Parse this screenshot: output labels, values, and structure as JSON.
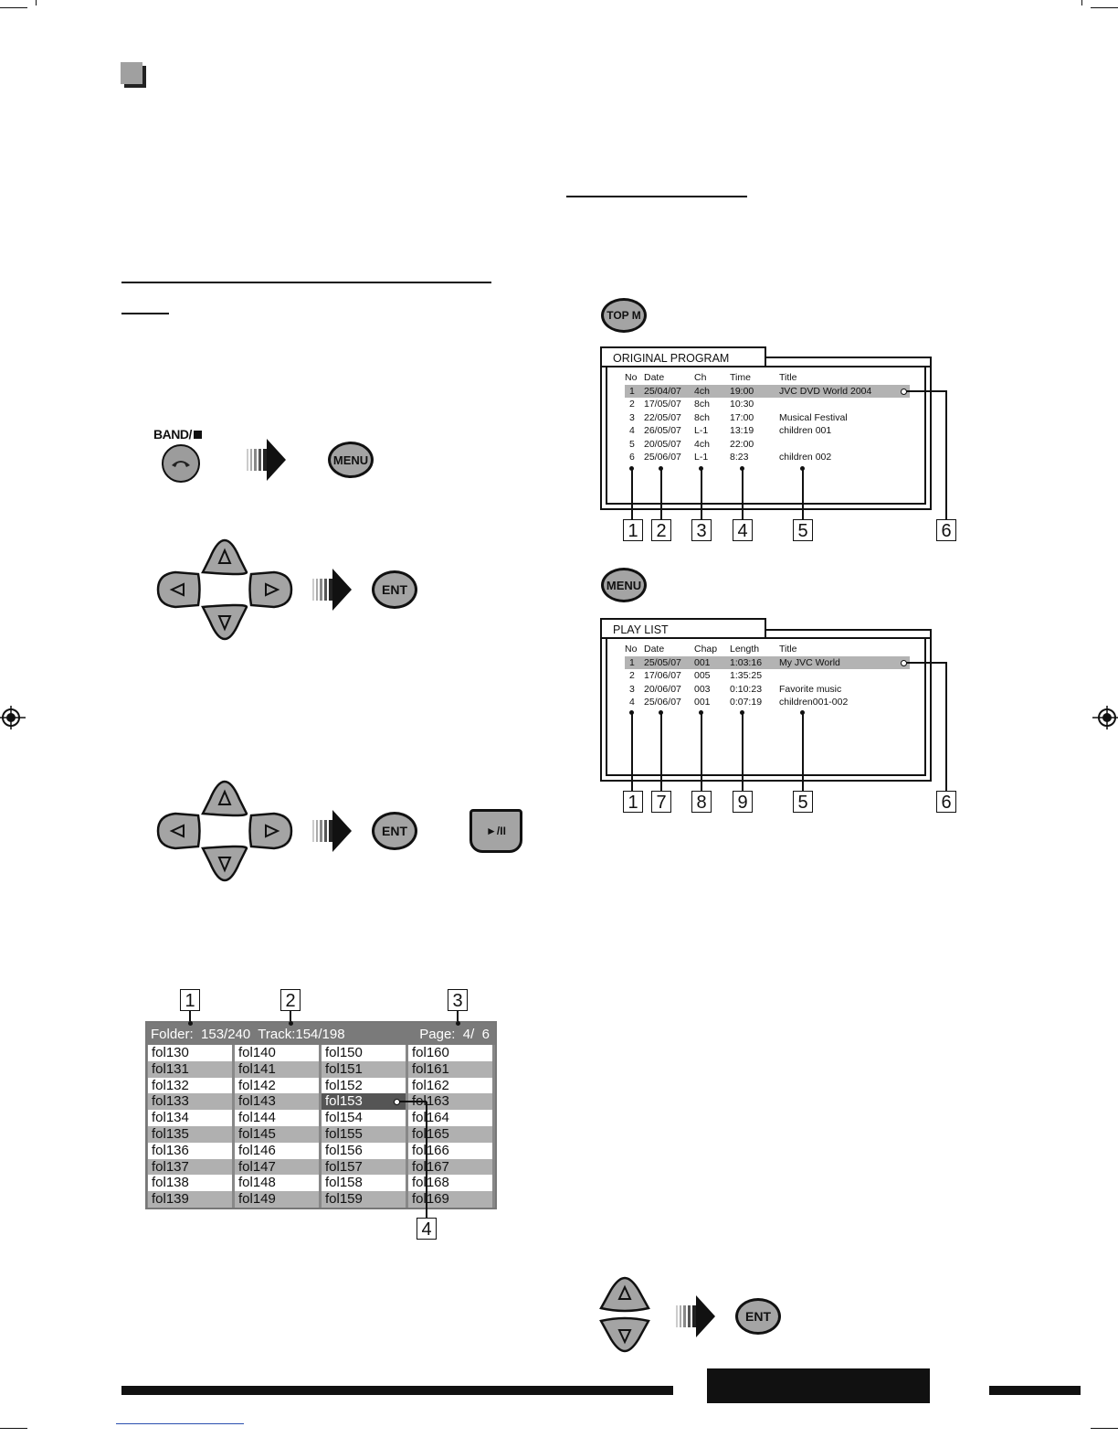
{
  "buttons": {
    "band_label": "BAND/",
    "menu": "MENU",
    "ent": "ENT",
    "top_menu": "TOP M",
    "play_pause": "►/II"
  },
  "folder_screen": {
    "folder": "Folder:  153/240",
    "track": "Track:154/198",
    "page": "Page:  4/  6",
    "columns": [
      [
        "fol130",
        "fol131",
        "fol132",
        "fol133",
        "fol134",
        "fol135",
        "fol136",
        "fol137",
        "fol138",
        "fol139"
      ],
      [
        "fol140",
        "fol141",
        "fol142",
        "fol143",
        "fol144",
        "fol145",
        "fol146",
        "fol147",
        "fol148",
        "fol149"
      ],
      [
        "fol150",
        "fol151",
        "fol152",
        "fol153",
        "fol154",
        "fol155",
        "fol156",
        "fol157",
        "fol158",
        "fol159"
      ],
      [
        "fol160",
        "fol161",
        "fol162",
        "fol163",
        "fol164",
        "fol165",
        "fol166",
        "fol167",
        "fol168",
        "fol169"
      ]
    ],
    "selected": "fol153",
    "callouts": [
      "1",
      "2",
      "3",
      "4"
    ]
  },
  "original_program": {
    "tab": "ORIGINAL PROGRAM",
    "headers": [
      "No",
      "Date",
      "Ch",
      "Time",
      "Title"
    ],
    "rows": [
      [
        "1",
        "25/04/07",
        "4ch",
        "19:00",
        "JVC DVD World 2004"
      ],
      [
        "2",
        "17/05/07",
        "8ch",
        "10:30",
        ""
      ],
      [
        "3",
        "22/05/07",
        "8ch",
        "17:00",
        "Musical Festival"
      ],
      [
        "4",
        "26/05/07",
        "L-1",
        "13:19",
        "children 001"
      ],
      [
        "5",
        "20/05/07",
        "4ch",
        "22:00",
        ""
      ],
      [
        "6",
        "25/06/07",
        "L-1",
        "8:23",
        "children 002"
      ]
    ],
    "callouts": [
      "1",
      "2",
      "3",
      "4",
      "5",
      "6"
    ]
  },
  "play_list": {
    "tab": "PLAY LIST",
    "headers": [
      "No",
      "Date",
      "Chap",
      "Length",
      "Title"
    ],
    "rows": [
      [
        "1",
        "25/05/07",
        "001",
        "1:03:16",
        "My JVC World"
      ],
      [
        "2",
        "17/06/07",
        "005",
        "1:35:25",
        ""
      ],
      [
        "3",
        "20/06/07",
        "003",
        "0:10:23",
        "Favorite music"
      ],
      [
        "4",
        "25/06/07",
        "001",
        "0:07:19",
        "children001-002"
      ]
    ],
    "callouts": [
      "1",
      "7",
      "8",
      "9",
      "5",
      "6"
    ]
  }
}
